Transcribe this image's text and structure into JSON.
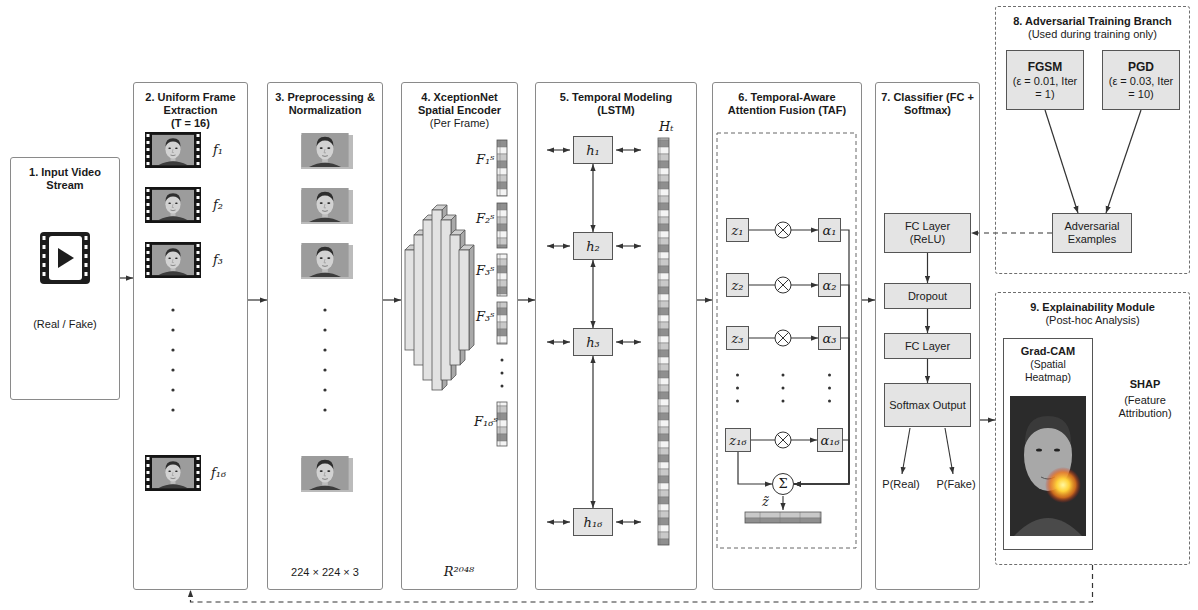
{
  "diagram": {
    "nodes": [
      {
        "text": [
          "1. Input Video Stream",
          "(Real / Fake)"
        ]
      },
      {
        "text": [
          "2. Uniform Frame Extraction",
          "(T = 16)"
        ]
      },
      {
        "text": [
          "3. Preprocessing & Normalization"
        ]
      },
      {
        "text": [
          "4. XceptionNet Spatial Encoder",
          "(Per Frame)"
        ]
      },
      {
        "text": [
          "5. Temporal Modeling (LSTM)"
        ]
      },
      {
        "text": [
          "h₁"
        ],
        "in": 4
      },
      {
        "text": [
          "h₂"
        ],
        "in": 4
      },
      {
        "text": [
          "h₃"
        ],
        "in": 4
      },
      {
        "text": [
          "h₁₆"
        ],
        "in": 4
      },
      {
        "text": [
          "6. Temporal-Aware Attention Fusion (TAF)"
        ]
      },
      {
        "text": [
          "z₁"
        ],
        "in": 9
      },
      {
        "text": [
          "α₁"
        ],
        "in": 9
      },
      {
        "text": [
          "z₂"
        ],
        "in": 9
      },
      {
        "text": [
          "α₂"
        ],
        "in": 9
      },
      {
        "text": [
          "z₃"
        ],
        "in": 9
      },
      {
        "text": [
          "α₃"
        ],
        "in": 9
      },
      {
        "text": [
          "z₁₆"
        ],
        "in": 9
      },
      {
        "text": [
          "α₁₆"
        ],
        "in": 9
      },
      {
        "text": [
          "Σ"
        ],
        "in": 9
      },
      {
        "text": [
          "7. Classifier (FC + Softmax)"
        ]
      },
      {
        "text": [
          "FC Layer (ReLU)"
        ],
        "in": 19
      },
      {
        "text": [
          "Dropout"
        ],
        "in": 19
      },
      {
        "text": [
          "FC Layer"
        ],
        "in": 19
      },
      {
        "text": [
          "Softmax Output"
        ],
        "in": 19
      },
      {
        "text": [
          "8. Adversarial Training Branch",
          "(Used during training only)"
        ]
      },
      {
        "text": [
          "FGSM",
          "(ε = 0.01, Iter = 1)"
        ],
        "in": 24
      },
      {
        "text": [
          "PGD",
          "(ε = 0.03, Iter = 10)"
        ],
        "in": 24
      },
      {
        "text": [
          "Adversarial Examples"
        ],
        "in": 24
      },
      {
        "text": [
          "9. Explainability Module",
          "(Post-hoc Analysis)"
        ]
      },
      {
        "text": [
          "Grad-CAM",
          "(Spatial Heatmap)"
        ],
        "in": 28
      }
    ],
    "edges": [
      {
        "from": 0,
        "to": 1,
        "arrow": "to"
      },
      {
        "from": 1,
        "to": 2,
        "arrow": "to"
      },
      {
        "from": 2,
        "to": 3,
        "arrow": "to"
      },
      {
        "from": 3,
        "to": 4,
        "arrow": "to"
      },
      {
        "from": 4,
        "to": 9,
        "arrow": "to"
      },
      {
        "from": 9,
        "to": 19,
        "arrow": "to"
      },
      {
        "from": 19,
        "to": 28,
        "arrow": "to"
      },
      {
        "from": 5,
        "to": 6,
        "arrow": "both"
      },
      {
        "from": 6,
        "to": 7,
        "arrow": "both"
      },
      {
        "from": 7,
        "to": 8,
        "arrow": "both"
      },
      {
        "from": 10,
        "to": 11,
        "arrow": "to"
      },
      {
        "from": 12,
        "to": 13,
        "arrow": "to"
      },
      {
        "from": 14,
        "to": 15,
        "arrow": "to"
      },
      {
        "from": 16,
        "to": 17,
        "arrow": "to"
      },
      {
        "from": 11,
        "to": 18,
        "arrow": "to"
      },
      {
        "from": 13,
        "to": 18,
        "arrow": "to"
      },
      {
        "from": 15,
        "to": 18,
        "arrow": "to"
      },
      {
        "from": 17,
        "to": 18,
        "arrow": "to"
      },
      {
        "from": 16,
        "to": 18,
        "arrow": "to"
      },
      {
        "from": 20,
        "to": 21,
        "arrow": "to"
      },
      {
        "from": 21,
        "to": 22,
        "arrow": "to"
      },
      {
        "from": 22,
        "to": 23,
        "arrow": "to"
      },
      {
        "from": 25,
        "to": 27,
        "arrow": "to"
      },
      {
        "from": 26,
        "to": 27,
        "arrow": "to"
      },
      {
        "from": 27,
        "to": 20,
        "arrow": "to"
      },
      {
        "from": 28,
        "to": 1,
        "arrow": "to"
      }
    ],
    "labels": [
      "f₁",
      "f₂",
      "f₃",
      "f₁₆",
      "224 × 224 × 3",
      "F₁ˢ",
      "F₂ˢ",
      "F₃ˢ",
      "F₃ˢ",
      "F₁₆ˢ",
      "R²⁰⁴⁸",
      "Hₜ",
      "z̃",
      "P(Real)",
      "P(Fake)",
      "SHAP",
      "(Feature Attribution)"
    ]
  }
}
